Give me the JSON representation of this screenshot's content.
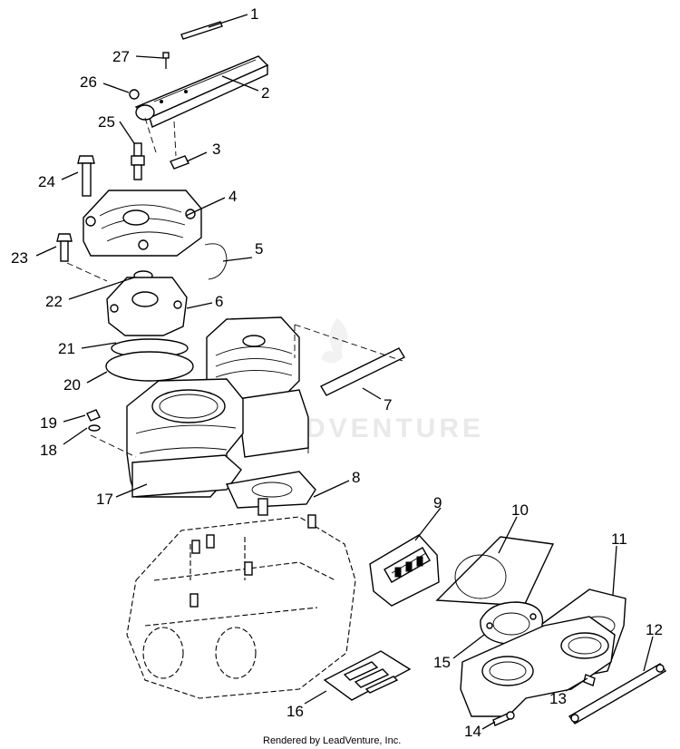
{
  "diagram": {
    "callouts": [
      "1",
      "2",
      "3",
      "4",
      "5",
      "6",
      "7",
      "8",
      "9",
      "10",
      "11",
      "12",
      "13",
      "14",
      "15",
      "16",
      "17",
      "18",
      "19",
      "20",
      "21",
      "22",
      "23",
      "24",
      "25",
      "26",
      "27"
    ],
    "watermark": "LEADVENTURE",
    "footer": "Rendered by LeadVenture, Inc."
  }
}
